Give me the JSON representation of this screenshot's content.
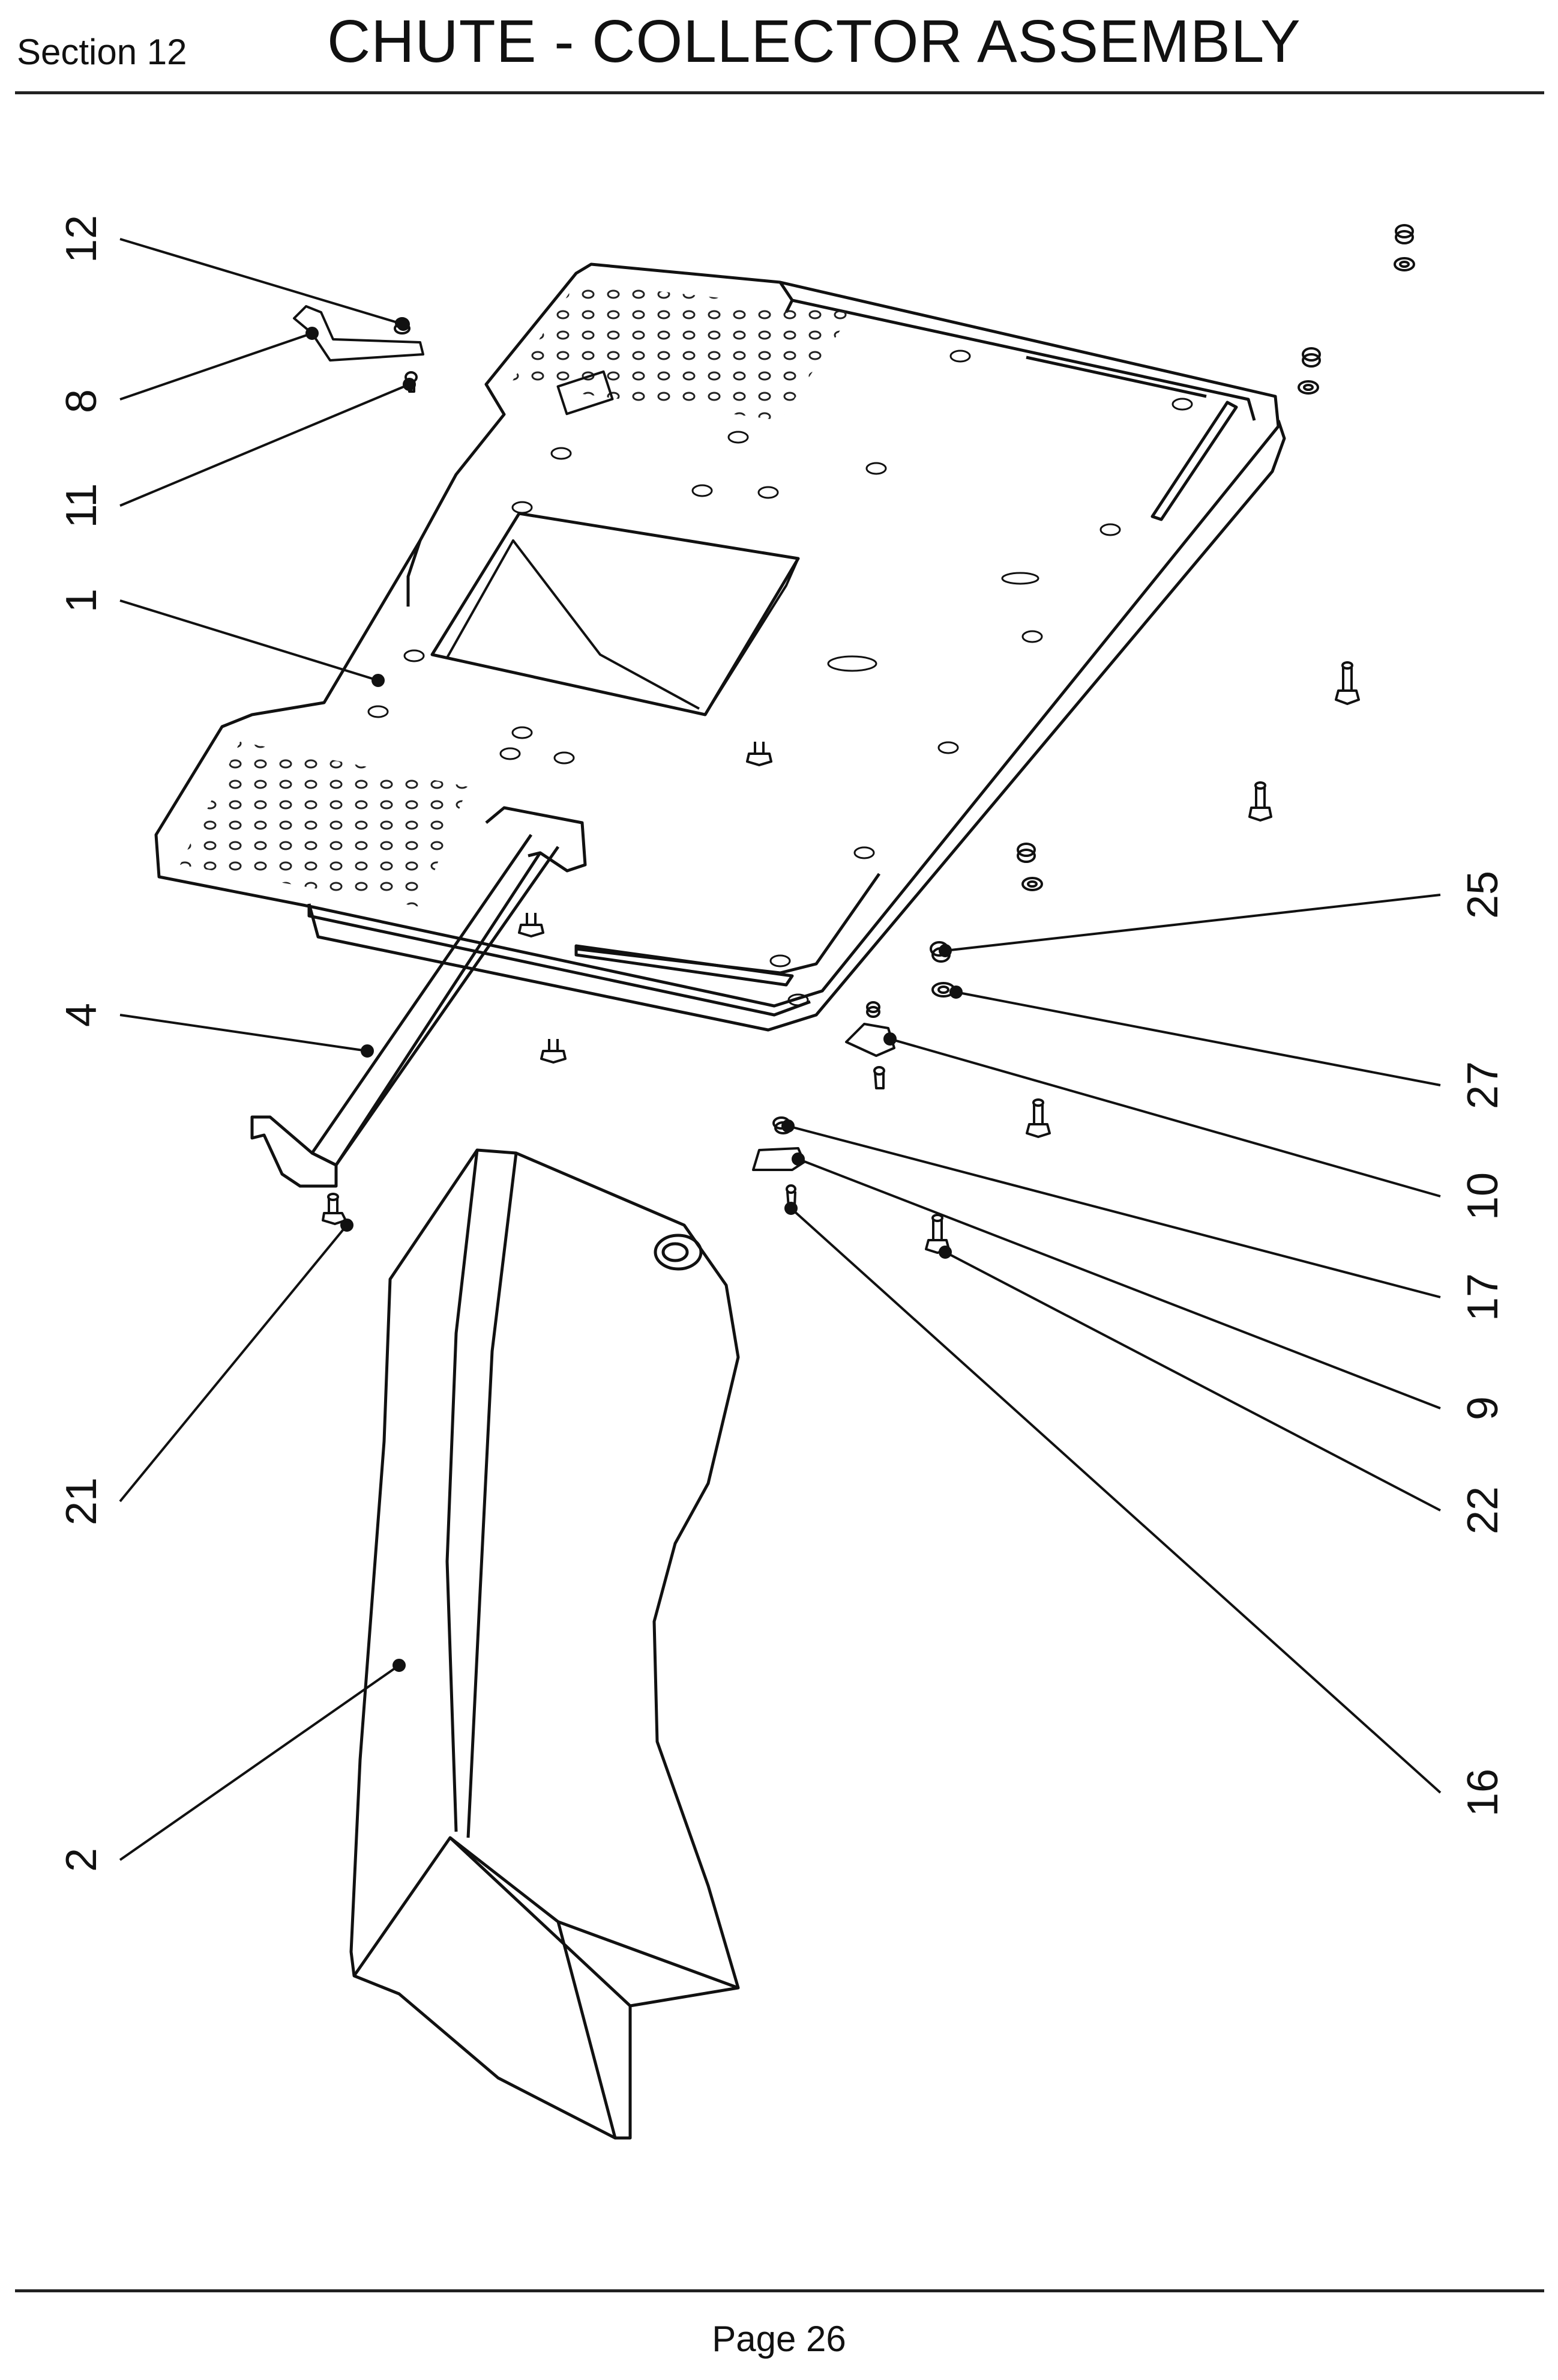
{
  "header": {
    "section": "Section 12",
    "title": "CHUTE - COLLECTOR ASSEMBLY"
  },
  "footer": {
    "page": "Page 26"
  },
  "callouts": {
    "c12": "12",
    "c8": "8",
    "c11": "11",
    "c1": "1",
    "c4": "4",
    "c21": "21",
    "c2": "2",
    "c25": "25",
    "c27": "27",
    "c10": "10",
    "c17": "17",
    "c9": "9",
    "c22": "22",
    "c16": "16"
  }
}
